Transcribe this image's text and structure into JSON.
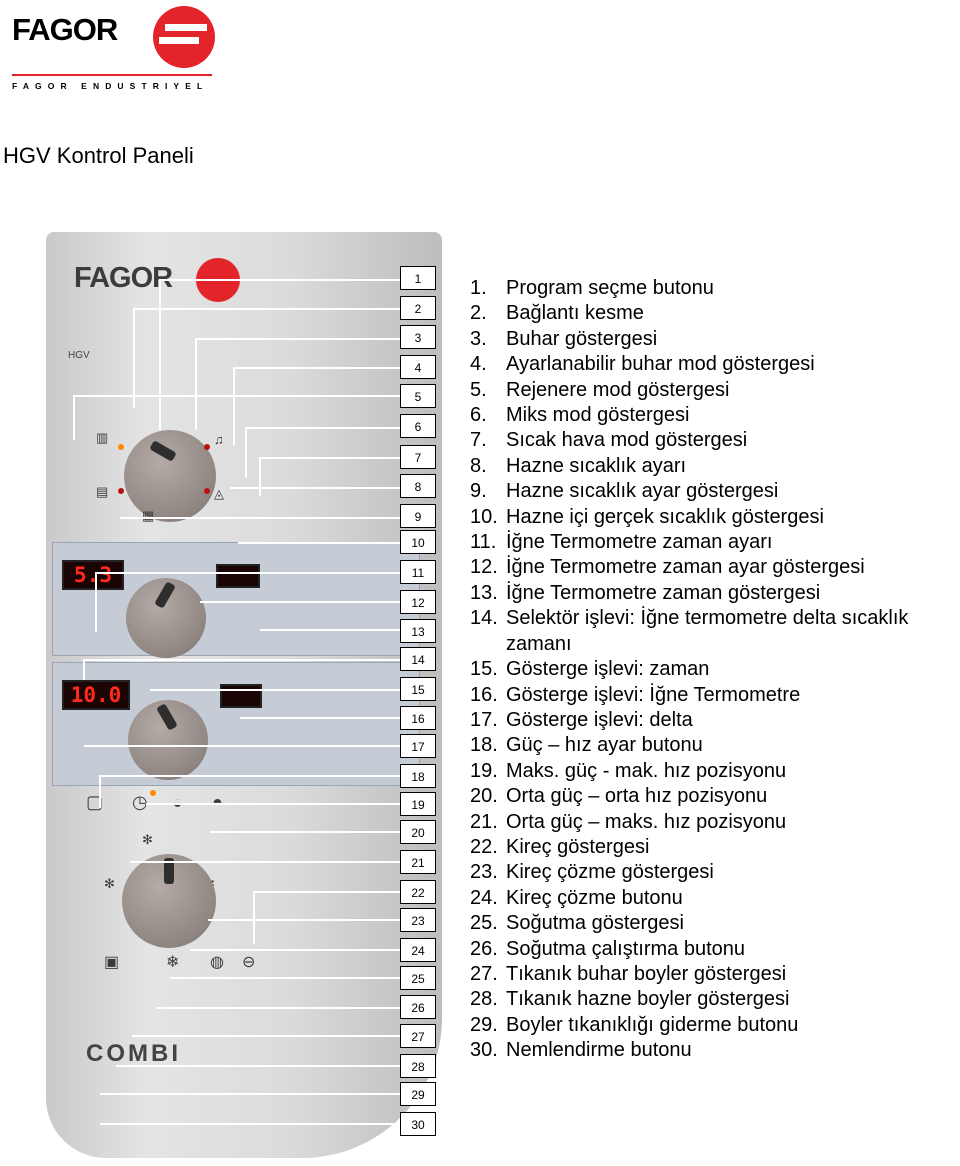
{
  "header": {
    "logo_text": "FAGOR",
    "logo_subtitle": "FAGOR ENDUSTRIYEL"
  },
  "title": "HGV Kontrol Paneli",
  "panel": {
    "brand": "FAGOR",
    "model": "HGV",
    "display1": "5.3",
    "display2": "10.0",
    "footer": "COMBI"
  },
  "callouts": [
    "1",
    "2",
    "3",
    "4",
    "5",
    "6",
    "7",
    "8",
    "9",
    "10",
    "11",
    "12",
    "13",
    "14",
    "15",
    "16",
    "17",
    "18",
    "19",
    "20",
    "21",
    "22",
    "23",
    "24",
    "25",
    "26",
    "27",
    "28",
    "29",
    "30"
  ],
  "legend": [
    {
      "num": "1.",
      "text": "Program seçme butonu"
    },
    {
      "num": "2.",
      "text": "Bağlantı kesme"
    },
    {
      "num": "3.",
      "text": "Buhar göstergesi"
    },
    {
      "num": "4.",
      "text": "Ayarlanabilir buhar mod göstergesi"
    },
    {
      "num": "5.",
      "text": "Rejenere mod göstergesi"
    },
    {
      "num": "6.",
      "text": "Miks mod göstergesi"
    },
    {
      "num": "7.",
      "text": "Sıcak hava mod göstergesi"
    },
    {
      "num": "8.",
      "text": "Hazne sıcaklık ayarı"
    },
    {
      "num": "9.",
      "text": "Hazne sıcaklık ayar göstergesi"
    },
    {
      "num": "10.",
      "text": "Hazne içi gerçek sıcaklık göstergesi"
    },
    {
      "num": "11.",
      "text": "İğne Termometre zaman ayarı"
    },
    {
      "num": "12.",
      "text": "İğne Termometre zaman ayar göstergesi"
    },
    {
      "num": "13.",
      "text": "İğne Termometre zaman göstergesi"
    },
    {
      "num": "14.",
      "text": "Selektör işlevi: İğne termometre delta sıcaklık zamanı"
    },
    {
      "num": "15.",
      "text": "Gösterge işlevi: zaman"
    },
    {
      "num": "16.",
      "text": "Gösterge işlevi: İğne Termometre"
    },
    {
      "num": "17.",
      "text": "Gösterge işlevi: delta"
    },
    {
      "num": "18.",
      "text": "Güç – hız ayar butonu"
    },
    {
      "num": "19.",
      "text": "Maks. güç - mak. hız pozisyonu"
    },
    {
      "num": "20.",
      "text": "Orta güç – orta hız pozisyonu"
    },
    {
      "num": "21.",
      "text": "Orta güç – maks. hız pozisyonu"
    },
    {
      "num": "22.",
      "text": "Kireç göstergesi"
    },
    {
      "num": "23.",
      "text": "Kireç çözme göstergesi"
    },
    {
      "num": "24.",
      "text": "Kireç çözme butonu"
    },
    {
      "num": "25.",
      "text": "Soğutma göstergesi"
    },
    {
      "num": "26.",
      "text": "Soğutma çalıştırma butonu"
    },
    {
      "num": "27.",
      "text": "Tıkanık buhar boyler göstergesi"
    },
    {
      "num": "28.",
      "text": "Tıkanık hazne boyler göstergesi"
    },
    {
      "num": "29.",
      "text": "Boyler tıkanıklığı giderme butonu"
    },
    {
      "num": "30.",
      "text": "Nemlendirme butonu"
    }
  ]
}
